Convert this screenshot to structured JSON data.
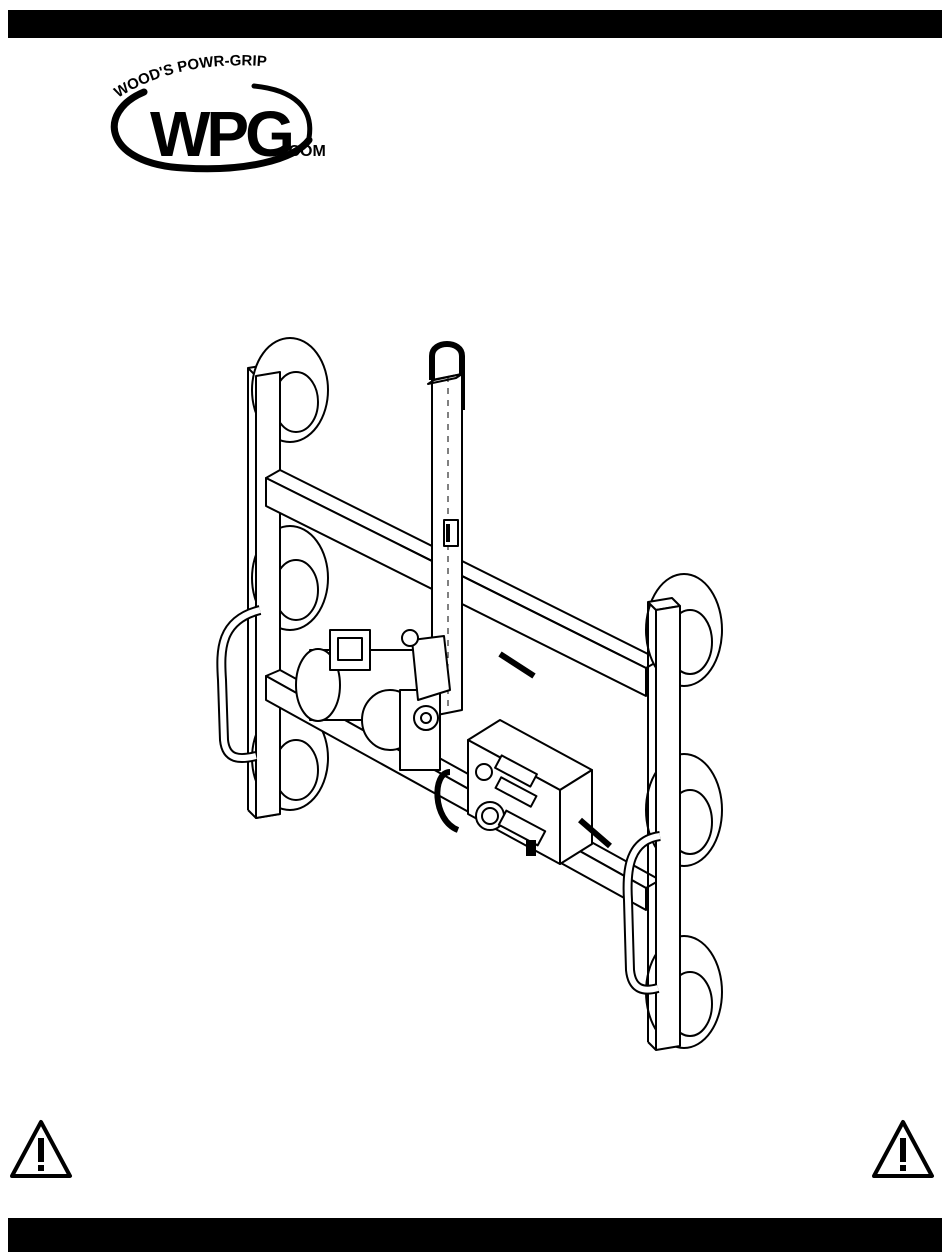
{
  "logo": {
    "arc_text": "WOOD'S POWR-GRIP",
    "mark": "WPG",
    "suffix": ".COM"
  },
  "icons": {
    "warning_left": "warning-triangle-icon",
    "warning_right": "warning-triangle-icon",
    "illustration": "vacuum-lifter-drawing"
  },
  "colors": {
    "ink": "#000000",
    "paper": "#ffffff"
  }
}
